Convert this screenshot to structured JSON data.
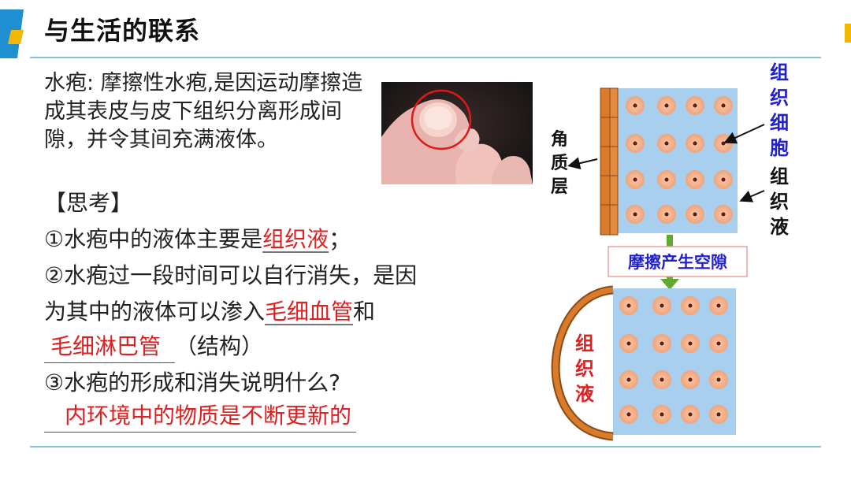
{
  "slide": {
    "title": "与生活的联系",
    "description": "水疱: 摩擦性水疱,是因运动摩擦造成其表皮与皮下组织分离形成间隙，并令其间充满液体。",
    "think_label": "【思考】",
    "q1_prefix": "①水疱中的液体主要是",
    "q1_answer": "组织液",
    "q1_suffix": "；",
    "q2_line1": "②水疱过一段时间可以自行消失，是因",
    "q2_line2_prefix": "为其中的液体可以渗入",
    "q2_answer1": "毛细血管",
    "q2_line2_suffix": "和",
    "q2_answer2": "毛细淋巴管",
    "q2_structure": "（结构）",
    "q3_text": "③水疱的形成和消失说明什么?",
    "q3_answer": "内环境中的物质是不断更新的"
  },
  "diagram": {
    "label_stratum": [
      "角",
      "质",
      "层"
    ],
    "label_cell": [
      "组",
      "织",
      "细",
      "胞"
    ],
    "label_fluid_top": [
      "组",
      "织",
      "液"
    ],
    "gap_label": "摩擦产生空隙",
    "label_fluid_bottom": [
      "组",
      "织",
      "液"
    ]
  },
  "colors": {
    "accent_blue": "#2020d0",
    "answer_red": "#e02020",
    "tissue_blue": "#a9cfef",
    "cell_orange": "#f4b08a",
    "stratum_orange": "#d97b2b",
    "arrow_green": "#63a832",
    "rule_cyan": "#7fc6dc"
  }
}
